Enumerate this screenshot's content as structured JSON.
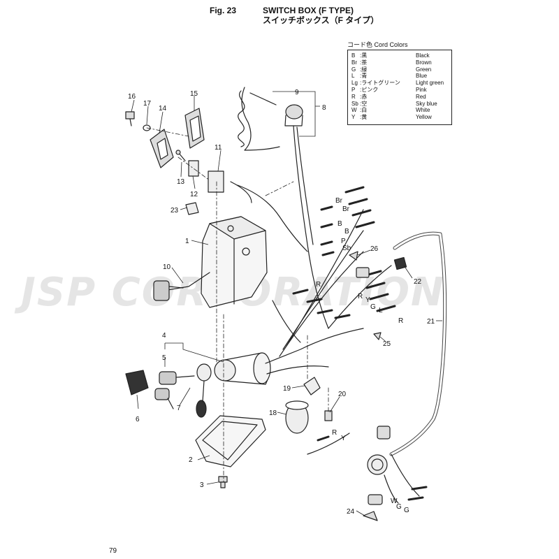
{
  "header": {
    "fig_label": "Fig. 23",
    "title_en": "SWITCH BOX (F TYPE)",
    "title_jp": "スイッチボックス（F タイプ）"
  },
  "legend": {
    "heading": "コード色 Cord Colors",
    "rows": [
      {
        "code": "B",
        "jp": ":黒",
        "en": "Black"
      },
      {
        "code": "Br",
        "jp": ":茶",
        "en": "Brown"
      },
      {
        "code": "G",
        "jp": ":緑",
        "en": "Green"
      },
      {
        "code": "L",
        "jp": ":青",
        "en": "Blue"
      },
      {
        "code": "Lg",
        "jp": ":ライトグリーン",
        "en": "Light green"
      },
      {
        "code": "P",
        "jp": ":ピンク",
        "en": "Pink"
      },
      {
        "code": "R",
        "jp": ":赤",
        "en": "Red"
      },
      {
        "code": "Sb",
        "jp": ":空",
        "en": "Sky blue"
      },
      {
        "code": "W",
        "jp": ":白",
        "en": "White"
      },
      {
        "code": "Y",
        "jp": ":黄",
        "en": "Yellow"
      }
    ]
  },
  "part_numbers": [
    "1",
    "2",
    "3",
    "4",
    "5",
    "6",
    "7",
    "8",
    "9",
    "10",
    "11",
    "12",
    "13",
    "14",
    "15",
    "16",
    "17",
    "18",
    "19",
    "20",
    "21",
    "22",
    "23",
    "24",
    "25",
    "26"
  ],
  "cord_labels": [
    "Br",
    "Br",
    "B",
    "B",
    "P",
    "Sb",
    "R",
    "R",
    "Y",
    "G",
    "L",
    "R",
    "R",
    "Y",
    "W",
    "G",
    "G"
  ],
  "watermark": "JSP CORPORATION",
  "page_number": "79"
}
